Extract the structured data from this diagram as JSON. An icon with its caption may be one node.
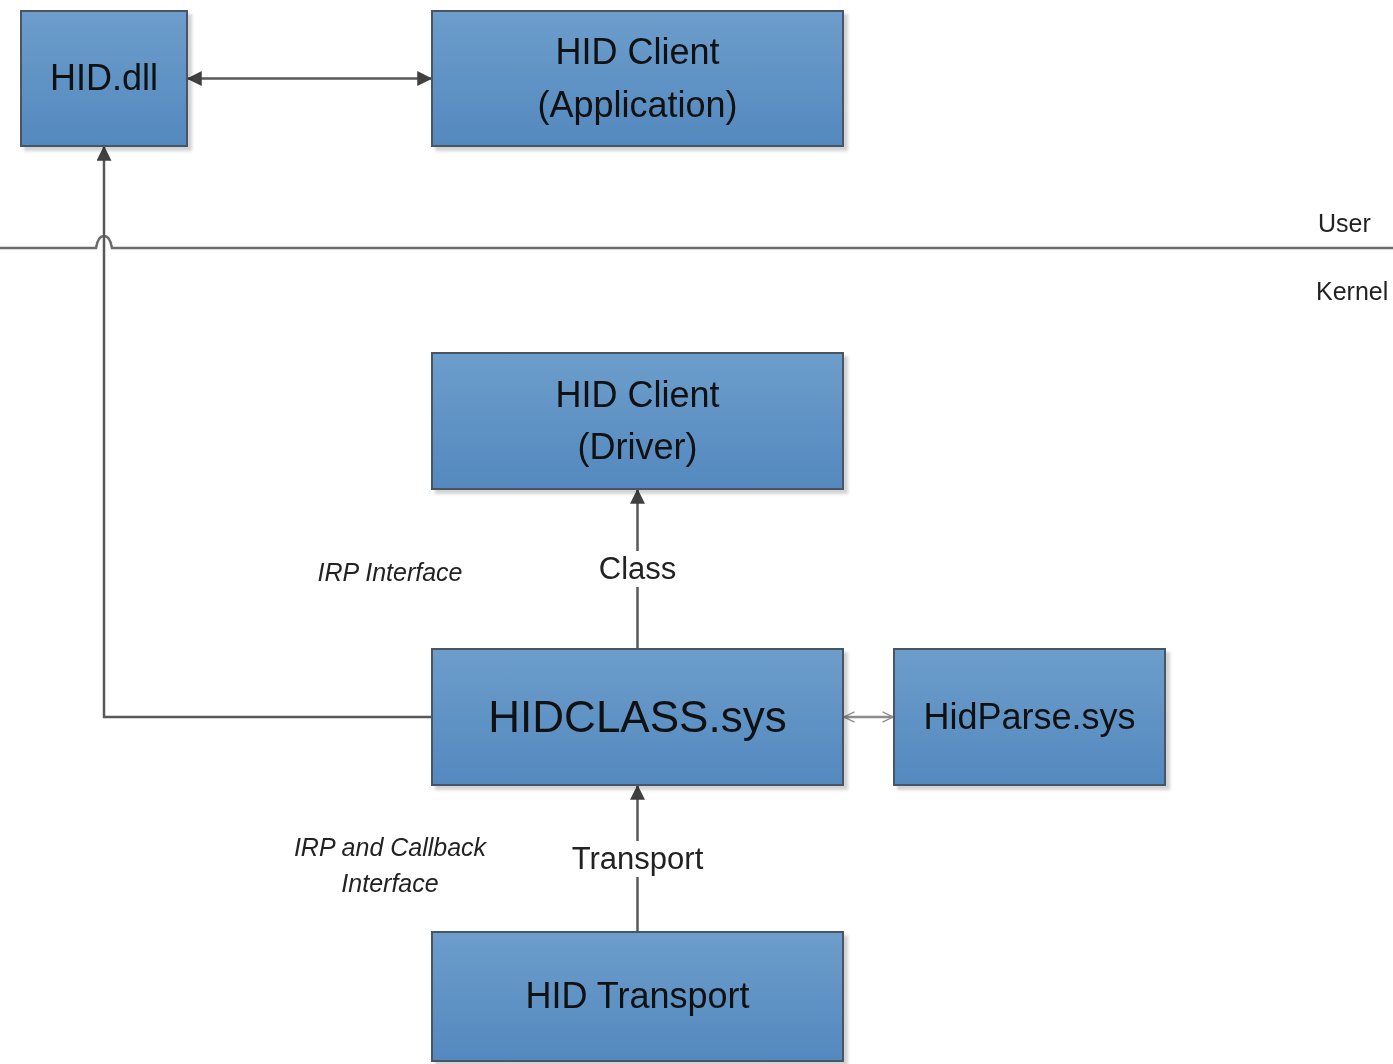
{
  "diagram": {
    "nodes": [
      {
        "text": [
          "HID.dll"
        ]
      },
      {
        "text": [
          "HID Client (Application)"
        ]
      },
      {
        "text": [
          "HID Client (Driver)"
        ]
      },
      {
        "text": [
          "HIDCLASS.sys"
        ]
      },
      {
        "text": [
          "HidParse.sys"
        ]
      },
      {
        "text": [
          "HID Transport"
        ]
      }
    ],
    "edges": [
      {
        "from": 0,
        "to": 1,
        "arrow": "both"
      },
      {
        "from": 3,
        "to": 0,
        "arrow": "to"
      },
      {
        "from": 3,
        "to": 2,
        "arrow": "to",
        "label": "Class"
      },
      {
        "from": 5,
        "to": 3,
        "arrow": "to",
        "label": "Transport"
      },
      {
        "from": 3,
        "to": 4,
        "arrow": "both",
        "color": "#8c8c8c"
      }
    ],
    "labels": [
      "User",
      "Kernel",
      "IRP Interface",
      "IRP and Callback Interface"
    ]
  }
}
